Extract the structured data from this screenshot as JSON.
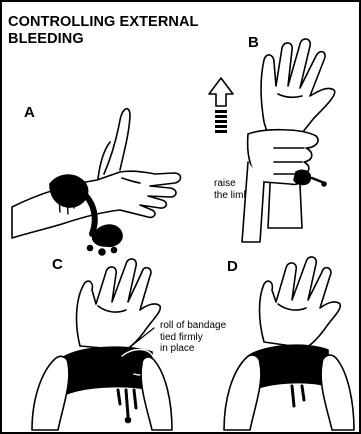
{
  "title": {
    "line1": "CONTROLLING EXTERNAL",
    "line2": "BLEEDING"
  },
  "panels": {
    "a": {
      "label": "A"
    },
    "b": {
      "label": "B",
      "caption_line1": "raise",
      "caption_line2": "the limb"
    },
    "c": {
      "label": "C",
      "caption_line1": "roll of bandage",
      "caption_line2": "tied firmly",
      "caption_line3": "in place"
    },
    "d": {
      "label": "D"
    }
  },
  "colors": {
    "ink": "#000000",
    "paper": "#ffffff"
  }
}
